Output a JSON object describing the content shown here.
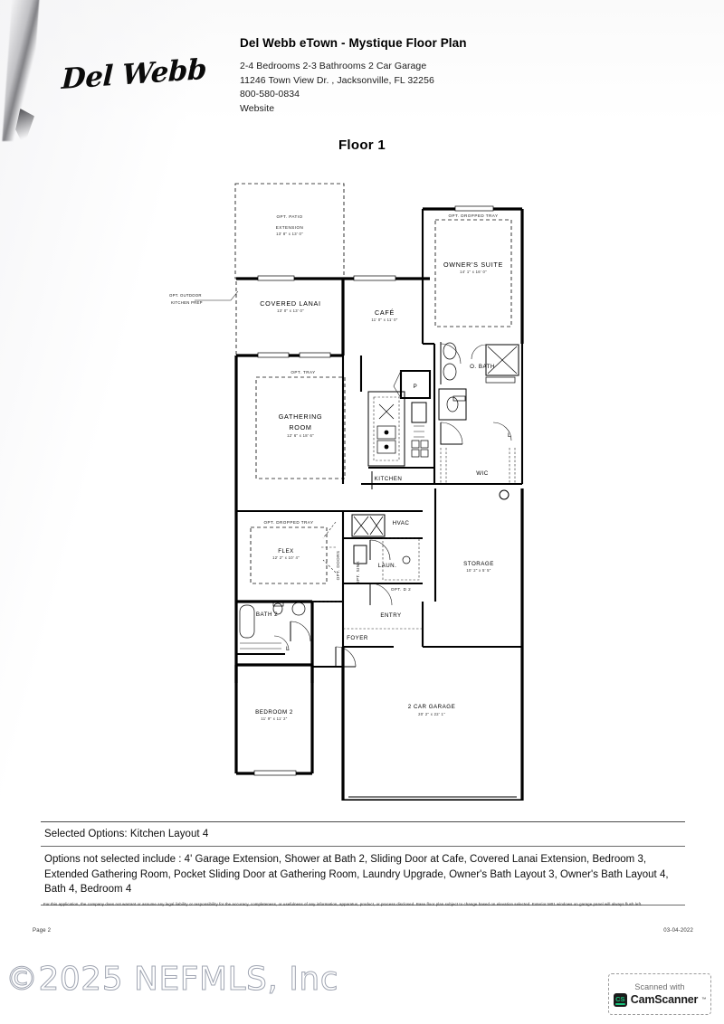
{
  "document": {
    "title": "Del Webb eTown - Mystique Floor Plan",
    "logo_text": "Del Webb",
    "logo_registered": "®",
    "subtitle_lines": [
      "2-4 Bedrooms 2-3 Bathrooms 2 Car Garage",
      "11246 Town View Dr. , Jacksonville, FL 32256",
      "800-580-0834",
      "Website"
    ],
    "floor_label": "Floor 1",
    "page_number": "Page 2",
    "date": "03-04-2022",
    "disclaimer": "For this application, the company does not warrant or assume any legal liability or responsibility for the accuracy, completeness, or usefulness of any information, apparatus, product, or process disclosed. Base floor plan subject to change based on elevation selected. Exterior M01 windows on garage panel will always flush left."
  },
  "options": {
    "selected_label": "Selected Options: Kitchen Layout 4",
    "not_selected_label": "Options not selected include : 4' Garage Extension, Shower at Bath 2, Sliding Door at Cafe, Covered Lanai Extension, Bedroom 3, Extended Gathering Room, Pocket Sliding Door at Gathering Room, Laundry Upgrade, Owner's Bath Layout 3, Owner's Bath Layout 4, Bath 4, Bedroom 4"
  },
  "watermark": {
    "text": "©2025 NEFMLS, Inc"
  },
  "camscanner": {
    "top_text": "Scanned with",
    "brand": "CamScanner",
    "logo_text": "CS",
    "trademark": "™"
  },
  "floorplan": {
    "rooms": [
      {
        "id": "opt-patio-extension",
        "name": "OPT. PATIO\nEXTENSION",
        "line1": "OPT. PATIO",
        "line2": "EXTENSION",
        "dim": "13' 8\" x 13' 0\"",
        "optional": true
      },
      {
        "id": "covered-lanai",
        "name": "COVERED LANAI",
        "dim": "13' 0\" x 13' 0\"",
        "optional": false
      },
      {
        "id": "cafe",
        "name": "CAFÉ",
        "dim": "11' 0\" x 11' 0\"",
        "optional": false
      },
      {
        "id": "owners-suite",
        "name": "OWNER'S SUITE",
        "dim": "14' 1\" x 16' 0\"",
        "optional": false
      },
      {
        "id": "gathering-room",
        "name": "GATHERING\nROOM",
        "line1": "GATHERING",
        "line2": "ROOM",
        "dim": "12' 6\" x 18' 6\"",
        "optional": false
      },
      {
        "id": "kitchen",
        "name": "KITCHEN",
        "dim": "",
        "optional": false
      },
      {
        "id": "o-bath",
        "name": "O. BATH",
        "dim": "",
        "optional": false
      },
      {
        "id": "wic",
        "name": "WIC",
        "dim": "",
        "optional": false
      },
      {
        "id": "flex",
        "name": "FLEX",
        "dim": "12' 2\" x 10' 4\"",
        "optional": false
      },
      {
        "id": "hvac",
        "name": "HVAC",
        "dim": "",
        "optional": false
      },
      {
        "id": "laundry",
        "name": "LAUN.",
        "dim": "",
        "optional": false
      },
      {
        "id": "storage",
        "name": "STORAGE",
        "dim": "10' 2\" x 5' 5\"",
        "optional": false
      },
      {
        "id": "entry",
        "name": "ENTRY",
        "dim": "",
        "optional": false
      },
      {
        "id": "foyer",
        "name": "FOYER",
        "dim": "",
        "optional": false
      },
      {
        "id": "bath-2",
        "name": "BATH 2",
        "dim": "",
        "optional": false
      },
      {
        "id": "bedroom-2",
        "name": "BEDROOM 2",
        "dim": "11' 9\" x 11' 2\"",
        "optional": false
      },
      {
        "id": "two-car-garage",
        "name": "2 CAR GARAGE",
        "dim": "20' 2\" x 22' 1\"",
        "optional": false
      }
    ],
    "annotations": [
      {
        "id": "opt-outdoor-kitchen-prep",
        "line1": "OPT. OUTDOOR",
        "line2": "KITCHEN PREP"
      },
      {
        "id": "opt-dropped-tray-owners",
        "text": "OPT. DROPPED TRAY"
      },
      {
        "id": "opt-tray-gathering",
        "text": "OPT. TRAY"
      },
      {
        "id": "opt-dropped-tray-flex",
        "text": "OPT. DROPPED TRAY"
      },
      {
        "id": "opt-doors-flex",
        "text": "OPT. DOORS"
      },
      {
        "id": "opt-sink-laundry",
        "text": "OPT. SINK"
      },
      {
        "id": "opt-d2",
        "text": "OPT. D 2"
      },
      {
        "id": "pantry",
        "text": "P"
      },
      {
        "id": "linen-obath",
        "text": "L"
      },
      {
        "id": "linen-bath2",
        "text": "L"
      }
    ]
  }
}
